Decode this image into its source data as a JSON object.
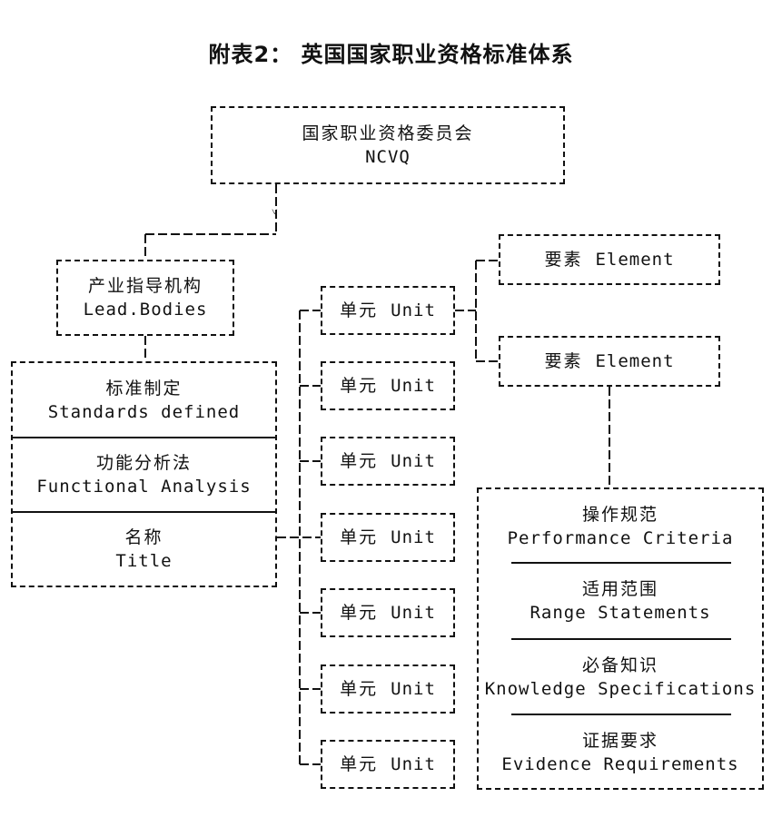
{
  "title": "附表2： 英国国家职业资格标准体系",
  "ncvq": {
    "zh": "国家职业资格委员会",
    "en": "NCVQ"
  },
  "lead_bodies": {
    "zh": "产业指导机构",
    "en": "Lead.Bodies"
  },
  "left_stack": [
    {
      "zh": "标准制定",
      "en": "Standards defined"
    },
    {
      "zh": "功能分析法",
      "en": "Functional Analysis"
    },
    {
      "zh": "名称",
      "en": "Title"
    }
  ],
  "units": [
    {
      "zh": "单元",
      "en": "Unit"
    },
    {
      "zh": "单元",
      "en": "Unit"
    },
    {
      "zh": "单元",
      "en": "Unit"
    },
    {
      "zh": "单元",
      "en": "Unit"
    },
    {
      "zh": "单元",
      "en": "Unit"
    },
    {
      "zh": "单元",
      "en": "Unit"
    },
    {
      "zh": "单元",
      "en": "Unit"
    }
  ],
  "elements": [
    {
      "zh": "要素",
      "en": "Element"
    },
    {
      "zh": "要素",
      "en": "Element"
    }
  ],
  "criteria": [
    {
      "zh": "操作规范",
      "en": "Performance Criteria"
    },
    {
      "zh": "适用范围",
      "en": "Range Statements"
    },
    {
      "zh": "必备知识",
      "en": "Knowledge Specifications"
    },
    {
      "zh": "证据要求",
      "en": "Evidence Requirements"
    }
  ]
}
